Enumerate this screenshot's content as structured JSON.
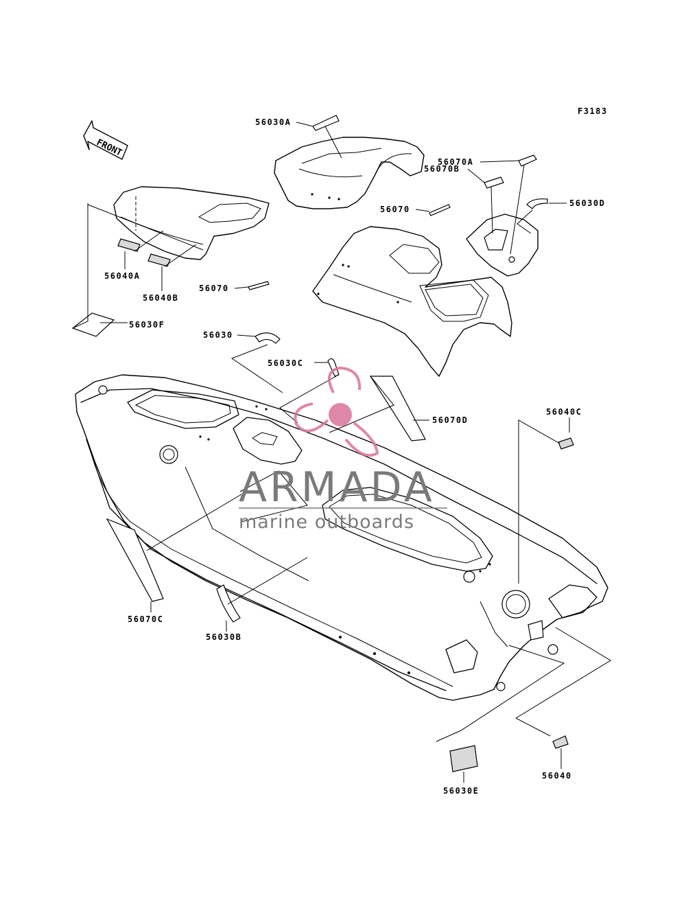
{
  "figure_code": "F3183",
  "front_label": "FRONT",
  "watermark": {
    "title": "ARMADA",
    "subtitle": "marine outboards",
    "color_text": "#7a7a7a",
    "color_logo": "#d9749a"
  },
  "labels": {
    "l_56030A": "56030A",
    "l_56070A": "56070A",
    "l_56070B": "56070B",
    "l_56030D": "56030D",
    "l_56070_top": "56070",
    "l_56040A": "56040A",
    "l_56040B": "56040B",
    "l_56070_mid": "56070",
    "l_56030F": "56030F",
    "l_56030": "56030",
    "l_56030C": "56030C",
    "l_56070D": "56070D",
    "l_56040C": "56040C",
    "l_56070C": "56070C",
    "l_56030B": "56030B",
    "l_56030E": "56030E",
    "l_56040": "56040"
  }
}
